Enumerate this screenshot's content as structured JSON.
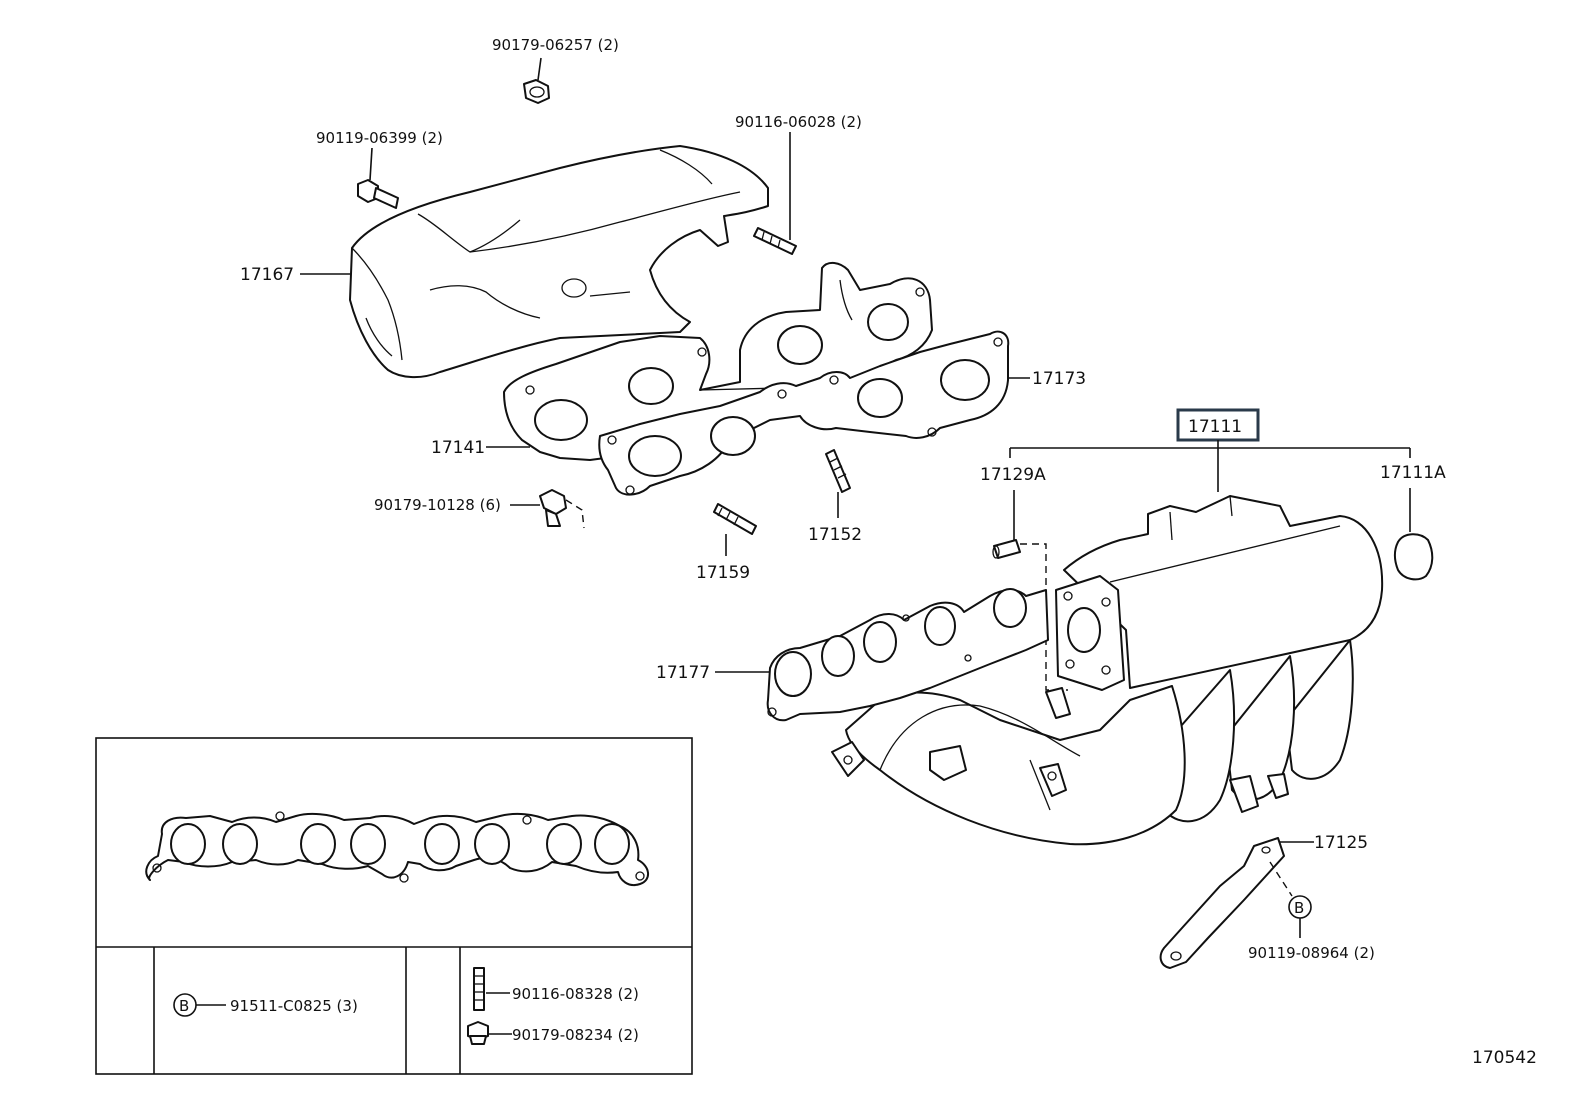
{
  "labels": {
    "nut_top": "90179-06257 (2)",
    "bolt_top": "90119-06399 (2)",
    "stud_top": "90116-06028 (2)",
    "insulator": "17167",
    "gasket_a": "17173",
    "manifold_sub": "17141",
    "nut_6": "90179-10128 (6)",
    "stud_152": "17152",
    "stud_159": "17159",
    "main_part": "17111",
    "plug": "17129A",
    "cap": "17111A",
    "gasket_b": "17177",
    "stay": "17125",
    "bolt_b": "90119-08964 (2)",
    "circle_b": "B",
    "detail_b_ref": "91511-C0825 (3)",
    "detail_stud": "90116-08328 (2)",
    "detail_nut": "90179-08234 (2)",
    "figure_no": "170542"
  },
  "colors": {
    "ink": "#111111",
    "highlight_border": "#2a3a4a"
  }
}
